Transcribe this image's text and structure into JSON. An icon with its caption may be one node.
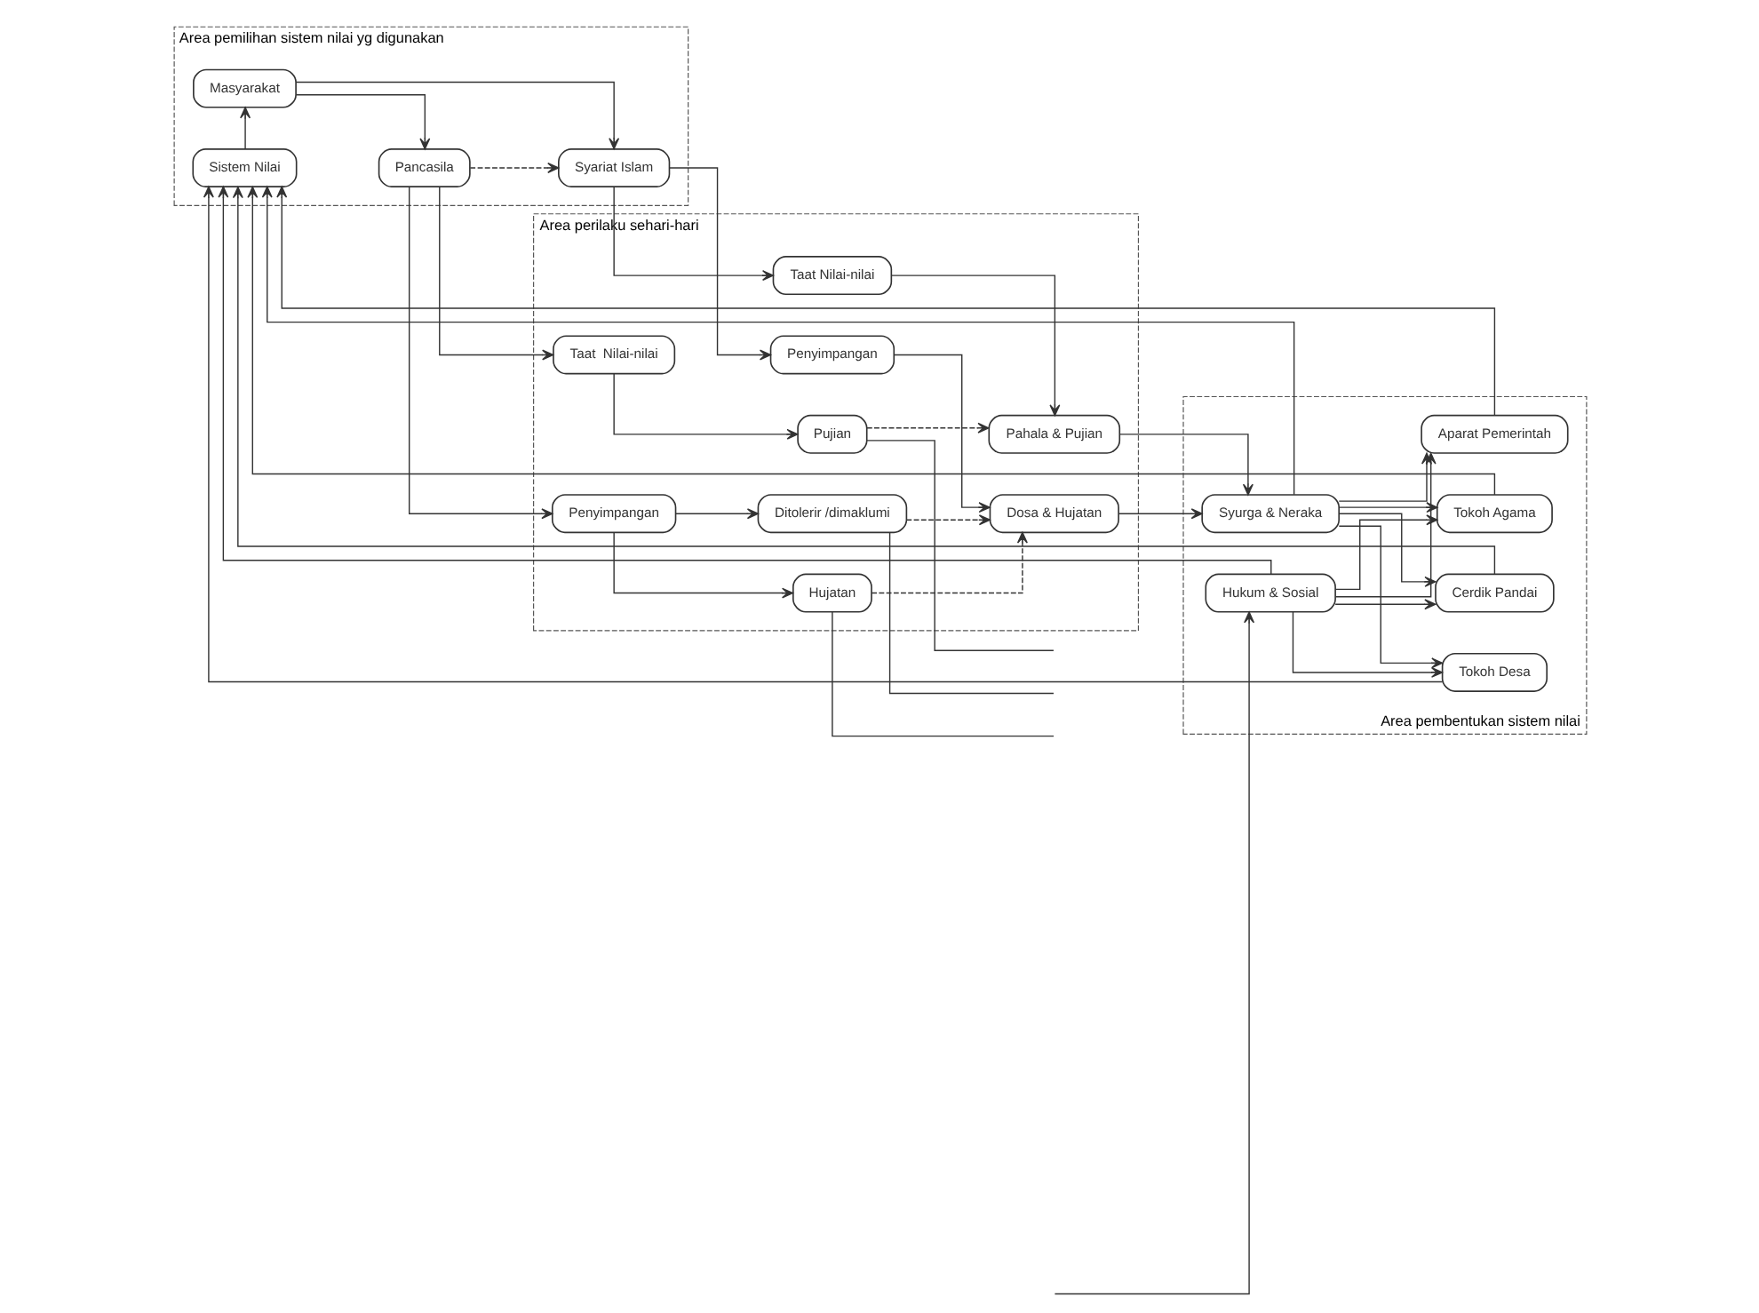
{
  "diagram": {
    "nodes": [
      {
        "text": [
          "Area pemilihan sistem nilai yg digunakan"
        ]
      },
      {
        "text": [
          "Pancasila"
        ],
        "in": 0
      },
      {
        "text": [
          "Syariat Islam"
        ],
        "in": 0
      },
      {
        "text": [
          "Masyarakat"
        ],
        "in": 0
      },
      {
        "text": [
          "Sistem Nilai"
        ],
        "in": 0
      },
      {
        "text": [
          "Area perilaku sehari-hari"
        ]
      },
      {
        "text": [
          "Taat  Nilai-nilai"
        ],
        "in": 5
      },
      {
        "text": [
          "Pujian"
        ],
        "in": 5
      },
      {
        "text": [
          "Penyimpangan"
        ],
        "in": 5
      },
      {
        "text": [
          "Hujatan"
        ],
        "in": 5
      },
      {
        "text": [
          "Ditolerir /dimaklumi"
        ],
        "in": 5
      },
      {
        "text": [
          "Penyimpangan"
        ],
        "in": 5
      },
      {
        "text": [
          "Dosa & Hujatan"
        ],
        "in": 5
      },
      {
        "text": [
          "Taat Nilai-nilai"
        ],
        "in": 5
      },
      {
        "text": [
          "Pahala & Pujian"
        ],
        "in": 5
      },
      {
        "text": [
          "Area pembentukan sistem nilai"
        ]
      },
      {
        "text": [
          "Tokoh Desa"
        ],
        "in": 15
      },
      {
        "text": [
          "Cerdik Pandai"
        ],
        "in": 15
      },
      {
        "text": [
          "Tokoh Agama"
        ],
        "in": 15
      },
      {
        "text": [
          "Aparat Pemerintah"
        ],
        "in": 15
      },
      {
        "text": [
          "Syurga & Neraka"
        ],
        "in": 15
      },
      {
        "text": [
          "Hukum & Sosial"
        ],
        "in": 15
      }
    ],
    "edges": [
      {
        "from": 3,
        "to": 1,
        "arrow": "to"
      },
      {
        "from": 3,
        "to": 2,
        "arrow": "to"
      },
      {
        "from": 1,
        "to": 2,
        "arrow": "to",
        "style": "dashed"
      },
      {
        "from": 4,
        "to": 3,
        "arrow": "to"
      },
      {
        "from": 1,
        "to": 6,
        "arrow": "to"
      },
      {
        "from": 1,
        "to": 8,
        "arrow": "to"
      },
      {
        "from": 6,
        "to": 7,
        "arrow": "to"
      },
      {
        "from": 8,
        "to": 9,
        "arrow": "to"
      },
      {
        "from": 8,
        "to": 10,
        "arrow": "to"
      },
      {
        "from": 2,
        "to": 11,
        "arrow": "to"
      },
      {
        "from": 2,
        "to": 13,
        "arrow": "to"
      },
      {
        "from": 11,
        "to": 12,
        "arrow": "to"
      },
      {
        "from": 13,
        "to": 14,
        "arrow": "to"
      },
      {
        "from": 7,
        "to": 14,
        "arrow": "to",
        "style": "dashed"
      },
      {
        "from": 9,
        "to": 12,
        "arrow": "to",
        "style": "dashed"
      },
      {
        "from": 10,
        "to": 12,
        "arrow": "to",
        "style": "dashed"
      },
      {
        "from": 7,
        "to": null,
        "arrow": "none"
      },
      {
        "from": 9,
        "to": null,
        "arrow": "none"
      },
      {
        "from": 10,
        "to": null,
        "arrow": "none"
      },
      {
        "from": null,
        "to": 21,
        "arrow": "to"
      },
      {
        "from": 12,
        "to": 20,
        "arrow": "to"
      },
      {
        "from": 14,
        "to": 20,
        "arrow": "to"
      },
      {
        "from": 20,
        "to": 16,
        "arrow": "to"
      },
      {
        "from": 20,
        "to": 17,
        "arrow": "to"
      },
      {
        "from": 20,
        "to": 18,
        "arrow": "to"
      },
      {
        "from": 20,
        "to": 19,
        "arrow": "to"
      },
      {
        "from": 21,
        "to": 16,
        "arrow": "to"
      },
      {
        "from": 21,
        "to": 17,
        "arrow": "to"
      },
      {
        "from": 21,
        "to": 18,
        "arrow": "to"
      },
      {
        "from": 21,
        "to": 19,
        "arrow": "to"
      },
      {
        "from": 16,
        "to": 4,
        "arrow": "to"
      },
      {
        "from": 17,
        "to": 4,
        "arrow": "to"
      },
      {
        "from": 18,
        "to": 4,
        "arrow": "to"
      },
      {
        "from": 19,
        "to": 4,
        "arrow": "to"
      },
      {
        "from": 20,
        "to": 4,
        "arrow": "to"
      },
      {
        "from": 21,
        "to": 4,
        "arrow": "to"
      }
    ]
  }
}
